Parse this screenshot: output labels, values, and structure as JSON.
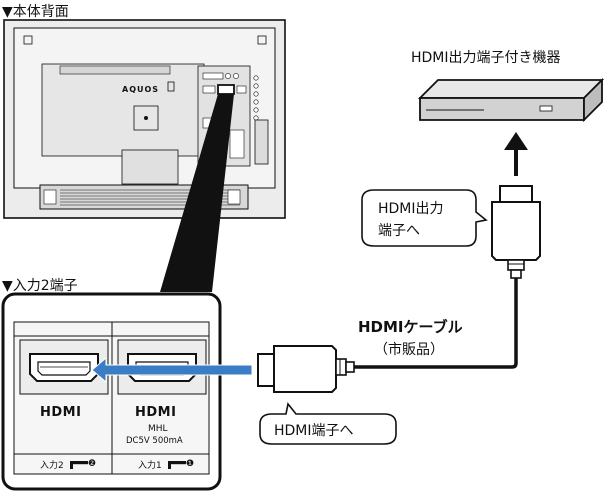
{
  "labels": {
    "back_of_unit": "▼本体背面",
    "input2_terminal": "▼入力2端子",
    "hdmi_output_device": "HDMI出力端子付き機器",
    "callout_hdmi_output_line1": "HDMI出力",
    "callout_hdmi_output_line2": "端子へ",
    "hdmi_cable": "HDMIケーブル",
    "hdmi_cable_note": "（市販品）",
    "callout_hdmi_terminal": "HDMI端子へ"
  },
  "tv": {
    "brand": "AQUOS"
  },
  "panel": {
    "left_port_logo": "HDMI",
    "right_port_logo": "HDMI",
    "right_port_mhl": "MHL",
    "right_port_power": "DC5V 500mA",
    "left_input_label": "入力2",
    "left_input_num": "❷",
    "right_input_label": "入力1",
    "right_input_num": "❶"
  },
  "colors": {
    "arrow_blue": "#3a7dc4",
    "line": "#111111",
    "tv_body": "#ececec",
    "shade": "#d2d2d2"
  }
}
